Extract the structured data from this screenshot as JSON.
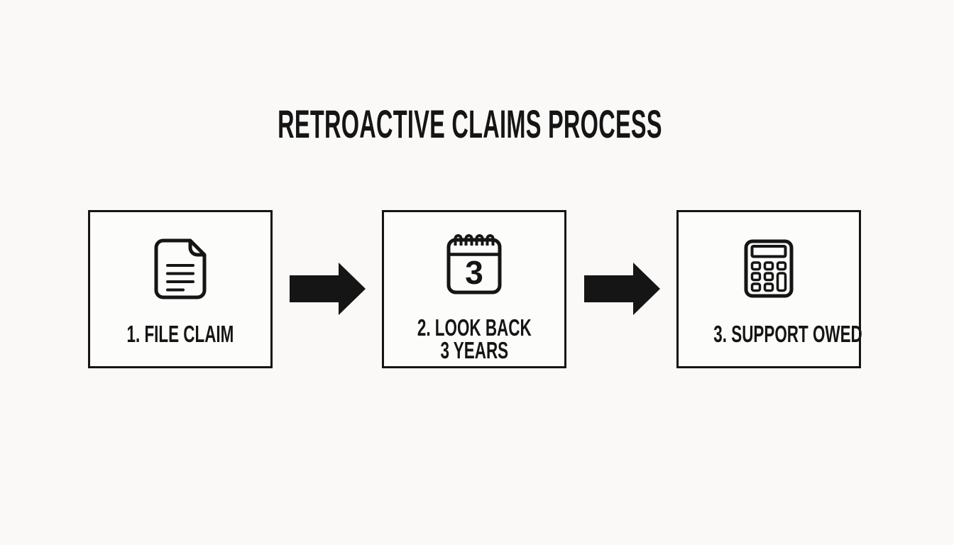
{
  "title": "RETROACTIVE CLAIMS PROCESS",
  "steps": [
    {
      "name": "file-claim",
      "icon": "document-icon",
      "lines": [
        "1. FILE CLAIM"
      ]
    },
    {
      "name": "look-back-3-years",
      "icon": "calendar-icon",
      "calendar_number": "3",
      "lines": [
        "2. LOOK BACK",
        "3 YEARS"
      ]
    },
    {
      "name": "support-owed",
      "icon": "calculator-icon",
      "lines": [
        "3. SUPPORT OWED"
      ]
    }
  ],
  "colors": {
    "background": "#faf9f7",
    "box_fill": "#fcfcfb",
    "ink": "#151515"
  }
}
